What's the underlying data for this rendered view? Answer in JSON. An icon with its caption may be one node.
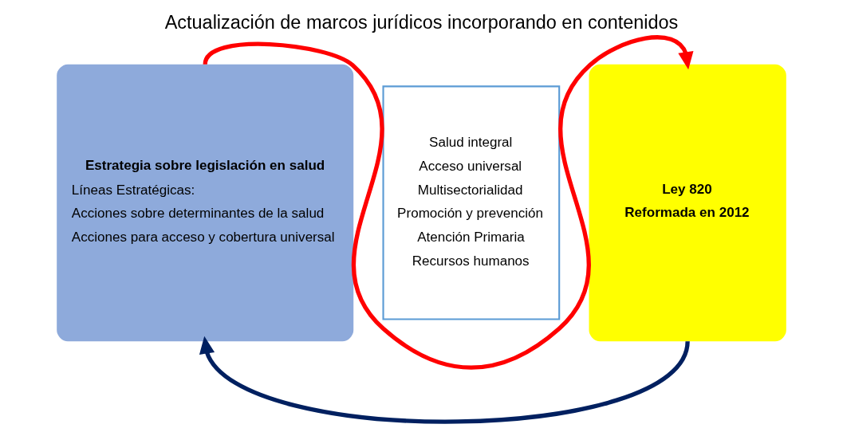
{
  "diagram": {
    "title": "Actualización de marcos jurídicos incorporando en contenidos",
    "nodes": [
      {
        "text": [
          "Estrategia sobre legislación en salud",
          "Líneas Estratégicas:",
          "Acciones sobre determinantes de la salud",
          "Acciones para acceso y cobertura universal"
        ]
      },
      {
        "text": [
          "Salud integral",
          "Acceso universal",
          "Multisectorialidad",
          "Promoción y prevención",
          "Atención Primaria",
          "Recursos humanos"
        ]
      },
      {
        "text": [
          "Ley 820",
          "Reformada en 2012"
        ]
      }
    ],
    "edges": [
      {
        "from": 0,
        "to": 2,
        "arrow": "to",
        "color": "#ff0000"
      },
      {
        "from": 2,
        "to": 0,
        "arrow": "to",
        "color": "#002060"
      }
    ]
  }
}
